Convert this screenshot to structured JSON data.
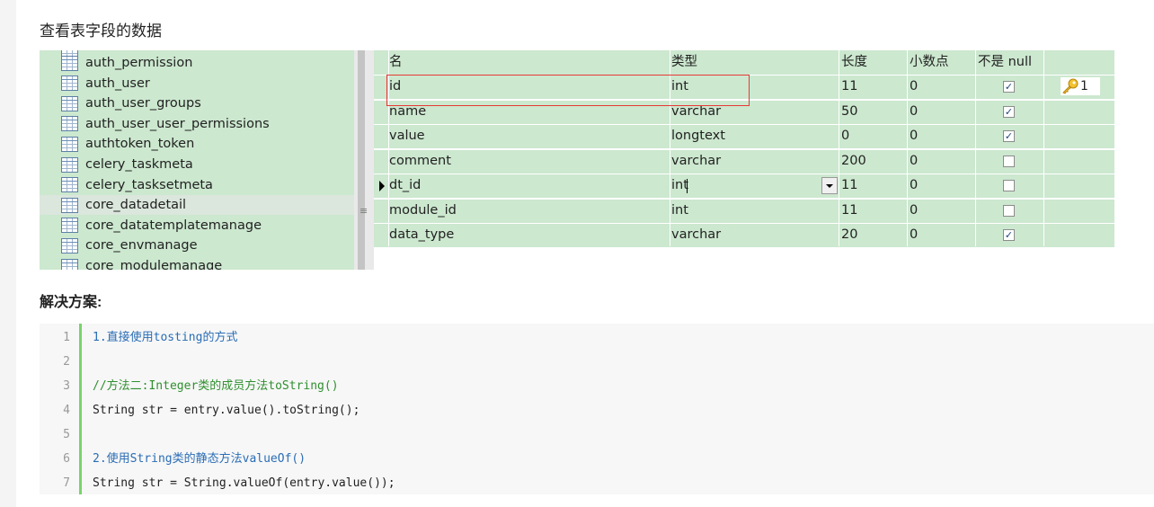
{
  "heading": "查看表字段的数据",
  "tree": {
    "items": [
      {
        "label": "auth_permission",
        "selected": false
      },
      {
        "label": "auth_user",
        "selected": false
      },
      {
        "label": "auth_user_groups",
        "selected": false
      },
      {
        "label": "auth_user_user_permissions",
        "selected": false
      },
      {
        "label": "authtoken_token",
        "selected": false
      },
      {
        "label": "celery_taskmeta",
        "selected": false
      },
      {
        "label": "celery_tasksetmeta",
        "selected": false
      },
      {
        "label": "core_datadetail",
        "selected": true
      },
      {
        "label": "core_datatemplatemanage",
        "selected": false
      },
      {
        "label": "core_envmanage",
        "selected": false
      },
      {
        "label": "core_modulemanage",
        "selected": false
      }
    ],
    "splitter_grip": "≡"
  },
  "grid": {
    "headers": {
      "name": "名",
      "type": "类型",
      "length": "长度",
      "decimals": "小数点",
      "not_null": "不是 null"
    },
    "rows": [
      {
        "name": "id",
        "type": "int",
        "length": "11",
        "decimals": "0",
        "not_null": true,
        "key": "1"
      },
      {
        "name": "name",
        "type": "varchar",
        "length": "50",
        "decimals": "0",
        "not_null": true
      },
      {
        "name": "value",
        "type": "longtext",
        "length": "0",
        "decimals": "0",
        "not_null": true
      },
      {
        "name": "comment",
        "type": "varchar",
        "length": "200",
        "decimals": "0",
        "not_null": false
      },
      {
        "name": "dt_id",
        "type": "int",
        "length": "11",
        "decimals": "0",
        "not_null": false,
        "current": true
      },
      {
        "name": "module_id",
        "type": "int",
        "length": "11",
        "decimals": "0",
        "not_null": false
      },
      {
        "name": "data_type",
        "type": "varchar",
        "length": "20",
        "decimals": "0",
        "not_null": true
      }
    ],
    "check_glyph": "✓"
  },
  "section_title": "解决方案:",
  "code": {
    "lines": [
      {
        "num": "1",
        "text": "1.直接使用tosting的方式",
        "color": "#2a6db5"
      },
      {
        "num": "2",
        "text": "",
        "color": "#222222"
      },
      {
        "num": "3",
        "text": "//方法二:Integer类的成员方法toString()",
        "color": "#2f8f2f"
      },
      {
        "num": "4",
        "text": "String str = entry.value().toString();",
        "color": "#222222"
      },
      {
        "num": "5",
        "text": "",
        "color": "#222222"
      },
      {
        "num": "6",
        "text": "2.使用String类的静态方法valueOf()",
        "color": "#2a6db5"
      },
      {
        "num": "7",
        "text": "String str = String.valueOf(entry.value());",
        "color": "#222222"
      }
    ]
  },
  "colors": {
    "panel_green": "#cce8cf",
    "highlight_red": "#e53935",
    "gutter_green": "#78d36b"
  }
}
